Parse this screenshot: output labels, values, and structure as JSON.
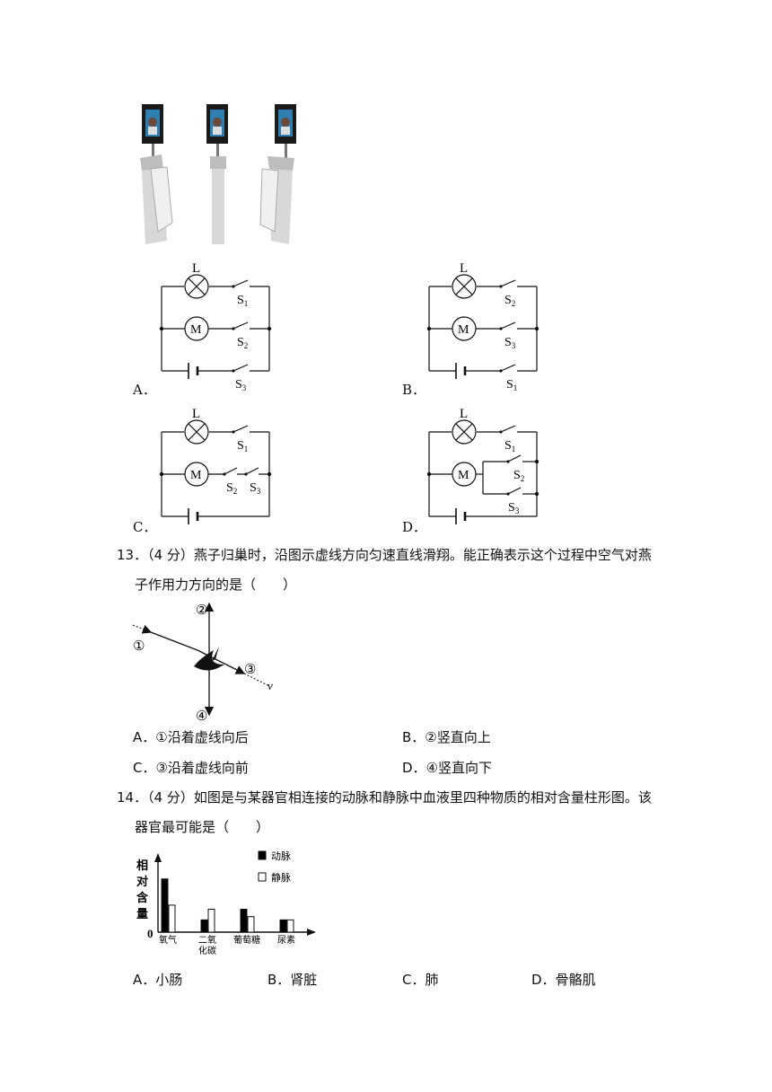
{
  "circuit_labels": {
    "lamp": "L",
    "motor": "M",
    "s": "S",
    "sub1": "1",
    "sub2": "2",
    "sub3": "3"
  },
  "q12_options": [
    {
      "letter": "A．"
    },
    {
      "letter": "B．"
    },
    {
      "letter": "C．"
    },
    {
      "letter": "D．"
    }
  ],
  "q13": {
    "line1": "13．（4 分）燕子归巢时，沿图示虚线方向匀速直线滑翔。能正确表示这个过程中空气对燕",
    "line2": "子作用力方向的是（　　）",
    "figure": {
      "l1": "①",
      "l2": "②",
      "l3": "③",
      "l4": "④",
      "v": "v"
    },
    "options": [
      {
        "letter": "A．",
        "text": "①沿着虚线向后"
      },
      {
        "letter": "B．",
        "text": "②竖直向上"
      },
      {
        "letter": "C．",
        "text": "③沿着虚线向前"
      },
      {
        "letter": "D．",
        "text": "④竖直向下"
      }
    ]
  },
  "q14": {
    "line1": "14．（4 分）如图是与某器官相连接的动脉和静脉中血液里四种物质的相对含量柱形图。该",
    "line2": "器官最可能是（　　）",
    "options": [
      {
        "letter": "A．",
        "text": "小肠"
      },
      {
        "letter": "B．",
        "text": "肾脏"
      },
      {
        "letter": "C．",
        "text": "肺"
      },
      {
        "letter": "D．",
        "text": "骨骼肌"
      }
    ]
  },
  "chart_data": {
    "type": "bar",
    "ylabel": "相对含量",
    "origin_label": "0",
    "categories": [
      "氧气",
      "二氧化碳",
      "葡萄糖",
      "尿素"
    ],
    "category_lines": [
      [
        "氧气"
      ],
      [
        "二氧",
        "化碳"
      ],
      [
        "葡萄糖"
      ],
      [
        "尿素"
      ]
    ],
    "series": [
      {
        "name": "动脉",
        "values": [
          6.5,
          1.5,
          2.8,
          1.5
        ]
      },
      {
        "name": "静脉",
        "values": [
          3.3,
          2.8,
          1.9,
          1.5
        ]
      }
    ],
    "ylim": [
      0,
      9
    ],
    "colors": {
      "动脉": "#000000",
      "静脉": "#ffffff"
    },
    "legend": "top-right"
  }
}
